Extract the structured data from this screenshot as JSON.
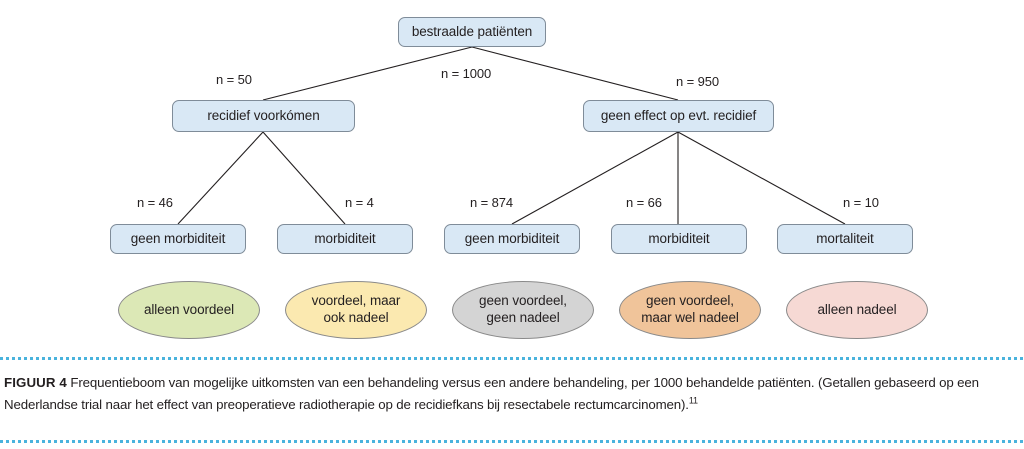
{
  "figure": {
    "label": "FIGUUR 4",
    "caption_text": " Frequentieboom van mogelijke uitkomsten van een behandeling versus een andere behandeling, per 1000 behandelde patiënten. (Getallen gebaseerd op een Nederlandse trial naar het effect van preoperatieve radiotherapie op de recidiefkans bij resectabele rectumcarcinomen).",
    "reference_marker": "11"
  },
  "colors": {
    "node_fill": "#d9e8f5",
    "node_border": "#7f8c99",
    "edge_line": "#231f20",
    "rule_dots": "#49b3dd",
    "text": "#231f20",
    "outcome_benefit_only": "#dce8b6",
    "outcome_benefit_and_harm": "#fbe9b0",
    "outcome_no_benefit_no_harm": "#d4d4d4",
    "outcome_no_benefit_but_harm": "#f0c49a",
    "outcome_harm_only": "#f6d9d4"
  },
  "tree": {
    "root": {
      "label": "bestraalde patiënten",
      "n_label": "n = 1000"
    },
    "level2": [
      {
        "label": "recidief voorkómen",
        "n_label": "n = 50"
      },
      {
        "label": "geen effect op evt. recidief",
        "n_label": "n = 950"
      }
    ],
    "level3": [
      {
        "label": "geen morbiditeit",
        "n_label": "n = 46"
      },
      {
        "label": "morbiditeit",
        "n_label": "n = 4"
      },
      {
        "label": "geen morbiditeit",
        "n_label": "n = 874"
      },
      {
        "label": "morbiditeit",
        "n_label": "n = 66"
      },
      {
        "label": "mortaliteit",
        "n_label": "n = 10"
      }
    ],
    "outcomes": [
      {
        "line1": "alleen voordeel",
        "line2": ""
      },
      {
        "line1": "voordeel, maar",
        "line2": "ook nadeel"
      },
      {
        "line1": "geen voordeel,",
        "line2": "geen nadeel"
      },
      {
        "line1": "geen voordeel,",
        "line2": "maar wel nadeel"
      },
      {
        "line1": "alleen nadeel",
        "line2": ""
      }
    ]
  }
}
